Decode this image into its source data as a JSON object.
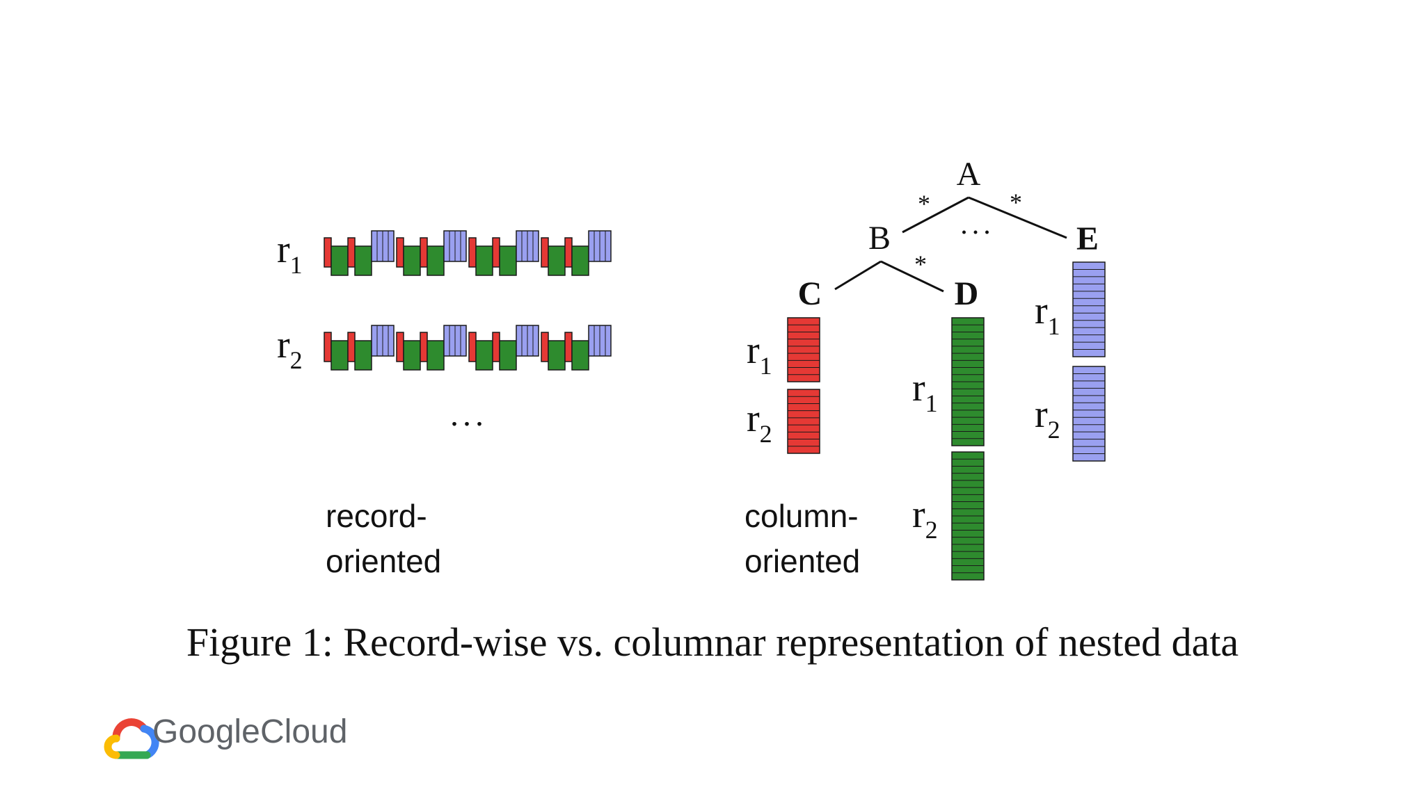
{
  "figure": {
    "caption": "Figure 1: Record-wise vs. columnar representation of nested data"
  },
  "record_oriented": {
    "label_line1": "record-",
    "label_line2": "oriented",
    "rows": [
      {
        "r": "r",
        "sub": "1"
      },
      {
        "r": "r",
        "sub": "2"
      }
    ],
    "ellipsis": "..."
  },
  "column_oriented": {
    "label_line1": "column-",
    "label_line2": "oriented",
    "tree": {
      "root": "A",
      "b": "B",
      "c": "C",
      "d": "D",
      "e": "E",
      "star": "*",
      "ellipsis": "..."
    },
    "record_labels": {
      "c": [
        {
          "r": "r",
          "sub": "1"
        },
        {
          "r": "r",
          "sub": "2"
        }
      ],
      "d": [
        {
          "r": "r",
          "sub": "1"
        },
        {
          "r": "r",
          "sub": "2"
        }
      ],
      "e": [
        {
          "r": "r",
          "sub": "1"
        },
        {
          "r": "r",
          "sub": "2"
        }
      ]
    }
  },
  "colors": {
    "red": "#e53935",
    "green": "#2e8b2e",
    "blue": "#9aa0f0",
    "outline": "#1a1a1a"
  },
  "brand": {
    "word1": "Google",
    "word2": "Cloud",
    "icon": "google-cloud-logo-icon"
  }
}
